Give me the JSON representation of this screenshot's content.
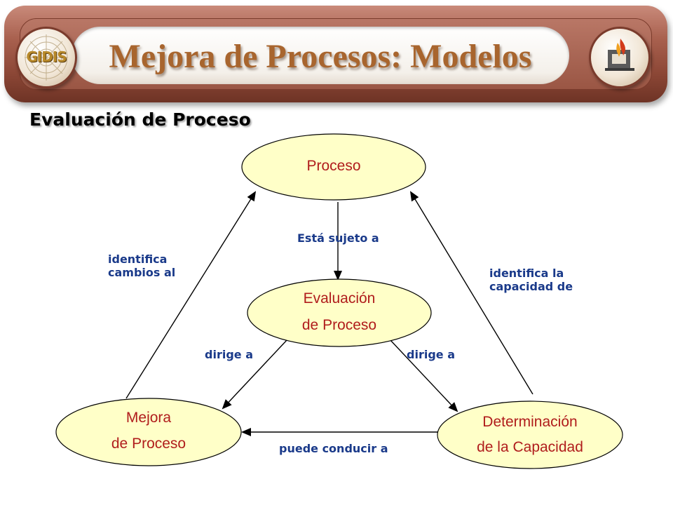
{
  "header": {
    "title": "Mejora de Procesos: Modelos",
    "logo_left_text": "GIDIS",
    "logo_left_icon": "gidis-logo-icon",
    "logo_right_icon": "institution-logo-icon"
  },
  "subtitle": "Evaluación de Proceso",
  "colors": {
    "banner": "#9a5644",
    "title_text": "#a8652e",
    "node_fill": "#ffffc8",
    "node_text": "#b01c1c",
    "edge_label": "#1a3a8a"
  },
  "nodes": {
    "proceso": {
      "line1": "Proceso"
    },
    "evaluacion": {
      "line1": "Evaluación",
      "line2": "de Proceso"
    },
    "mejora": {
      "line1": "Mejora",
      "line2": "de Proceso"
    },
    "determinacion": {
      "line1": "Determinación",
      "line2": "de la Capacidad"
    }
  },
  "edges": {
    "sujeto": "Está sujeto a",
    "dirige_left": "dirige a",
    "dirige_right": "dirige a",
    "conducir": "puede conducir a",
    "identifica_cambios_1": "identifica",
    "identifica_cambios_2": "cambios al",
    "identifica_capacidad_1": "identifica la",
    "identifica_capacidad_2": "capacidad de"
  }
}
